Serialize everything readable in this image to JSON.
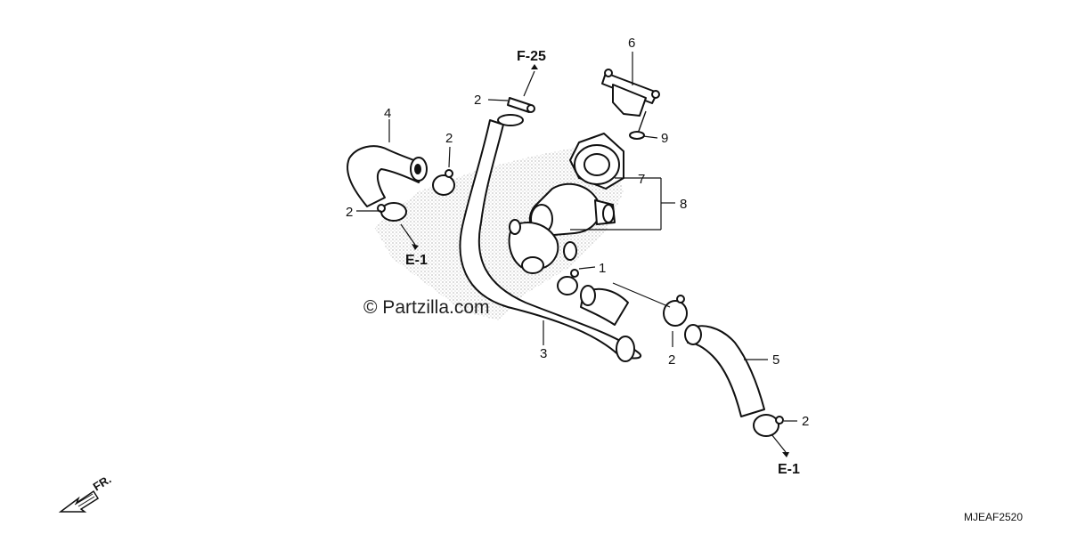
{
  "callouts": {
    "c1": "1",
    "c2a": "2",
    "c2b": "2",
    "c2c": "2",
    "c2d": "2",
    "c2e": "2",
    "c3": "3",
    "c4": "4",
    "c5": "5",
    "c6": "6",
    "c7": "7",
    "c8": "8",
    "c9": "9"
  },
  "refs": {
    "f25": "F-25",
    "e1_left": "E-1",
    "e1_right": "E-1"
  },
  "watermark": "© Partzilla.com",
  "diagram_code": "MJEAF2520",
  "direction_label": "FR."
}
